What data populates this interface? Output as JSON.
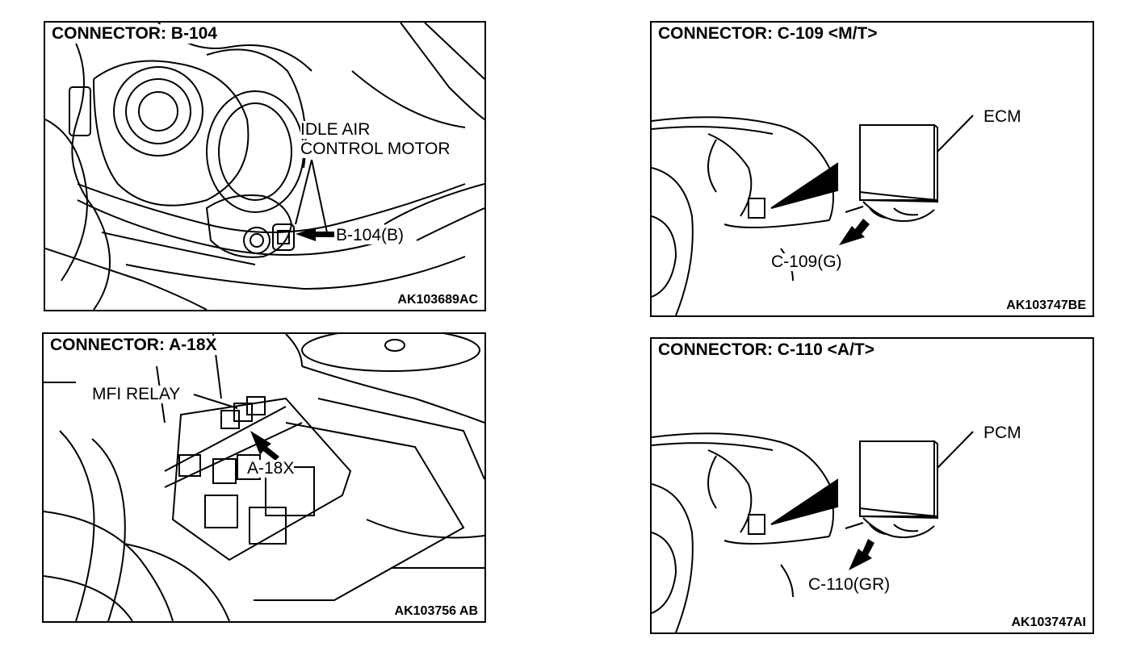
{
  "panels": {
    "b104": {
      "title": "CONNECTOR: B-104",
      "component_line1": "IDLE AIR",
      "component_line2": "CONTROL MOTOR",
      "connector_label": "B-104(B)",
      "code": "AK103689AC"
    },
    "a18x": {
      "title": "CONNECTOR: A-18X",
      "component": "MFI RELAY",
      "connector_label": "A-18X",
      "code": "AK103756 AB"
    },
    "c109": {
      "title": "CONNECTOR: C-109 <M/T>",
      "component": "ECM",
      "connector_label": "C-109(G)",
      "code": "AK103747BE"
    },
    "c110": {
      "title": "CONNECTOR: C-110 <A/T>",
      "component": "PCM",
      "connector_label": "C-110(GR)",
      "code": "AK103747AI"
    }
  }
}
